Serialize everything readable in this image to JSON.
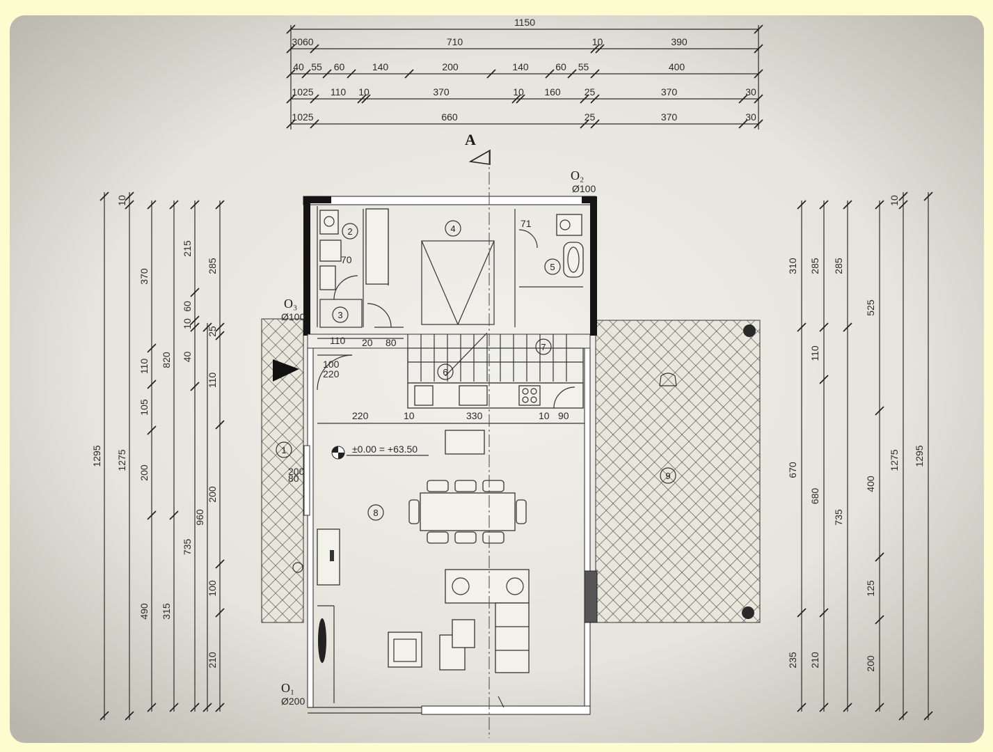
{
  "top_dims": {
    "row0": [
      "1150"
    ],
    "row1": [
      "3060",
      "710",
      "10",
      "390"
    ],
    "row2": [
      "40",
      "55",
      "60",
      "140",
      "200",
      "140",
      "60",
      "55",
      "400"
    ],
    "row3": [
      "1025",
      "110",
      "10",
      "370",
      "10",
      "160",
      "25",
      "370",
      "30"
    ],
    "row4": [
      "1025",
      "660",
      "25",
      "370",
      "30"
    ]
  },
  "left_dims": {
    "c1": [
      "1295"
    ],
    "c2": [
      "10",
      "1275"
    ],
    "c3": [
      "370",
      "110",
      "105",
      "200",
      "490"
    ],
    "c4": [
      "820",
      "315"
    ],
    "c5": [
      "215",
      "60",
      "10",
      "40",
      "735"
    ],
    "c6": [
      "285",
      "25",
      "110",
      "200",
      "100",
      "210"
    ],
    "c7": [
      "960"
    ]
  },
  "right_dims": {
    "c1": [
      "310",
      "670",
      "235"
    ],
    "c2": [
      "285",
      "110",
      "680",
      "210"
    ],
    "c3": [
      "285",
      "735"
    ],
    "c4": [
      "525",
      "400",
      "125",
      "200"
    ],
    "c5": [
      "10",
      "1275"
    ],
    "c6": [
      "1295"
    ]
  },
  "plan": {
    "section_marker": "A",
    "window_labels": [
      "O₂",
      "O₃",
      "O₁"
    ],
    "window_sub": [
      "Ø100",
      "Ø100",
      "Ø200"
    ],
    "elevation": "±0.00 = +63.50",
    "rooms": [
      "1",
      "2",
      "3",
      "4",
      "5",
      "6",
      "7",
      "8",
      "9"
    ],
    "inner_dims_row1": [
      "110",
      "20",
      "80"
    ],
    "inner_dims_row2": [
      "220",
      "10",
      "330",
      "10",
      "90"
    ],
    "small_notes": [
      "70",
      "71",
      "100",
      "220",
      "200",
      "80"
    ]
  }
}
